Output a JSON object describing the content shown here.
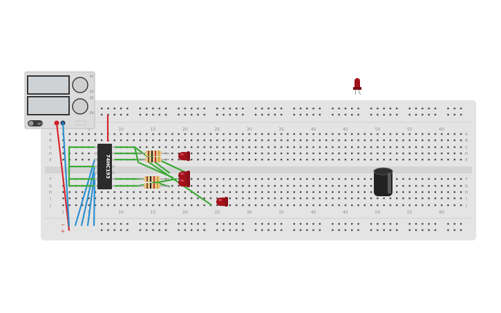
{
  "power_supply": {
    "knob_labels": [
      "CC",
      "CV",
      "CC",
      "CV"
    ],
    "switch_label": "OFF"
  },
  "breadboard": {
    "column_numbers": [
      "1",
      "5",
      "10",
      "15",
      "20",
      "25",
      "30",
      "35",
      "40",
      "45",
      "50",
      "55",
      "60"
    ],
    "row_letters_top": [
      "A",
      "B",
      "C",
      "D",
      "E"
    ],
    "row_letters_bottom": [
      "F",
      "G",
      "H",
      "I",
      "J"
    ],
    "rail_minus": "−",
    "rail_plus": "+"
  },
  "chip": {
    "label": "74HC193"
  },
  "colors": {
    "board": "#e4e4e4",
    "hole": "#4a4a4a",
    "wire_red": "#d6252b",
    "wire_blue": "#2a8fd0",
    "wire_green": "#3aaa35",
    "led": "#a3121b",
    "chip": "#2b2b2b",
    "capacitor": "#222222"
  }
}
